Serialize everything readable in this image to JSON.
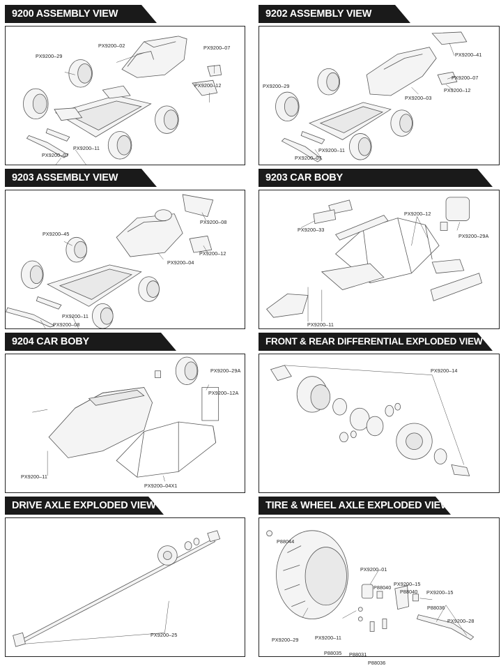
{
  "panels": [
    {
      "title": "9200 ASSEMBLY VIEW",
      "labels": [
        "PX9200–02",
        "PX9200–07",
        "PX9200–29",
        "PX9200–12",
        "PX9200–11",
        "PX9200–07"
      ]
    },
    {
      "title": "9202 ASSEMBLY VIEW",
      "labels": [
        "PX9200–41",
        "PX9200–07",
        "PX9200–29",
        "PX9200–12",
        "PX9200–03",
        "PX9200–11",
        "PX9200–07"
      ]
    },
    {
      "title": "9203 ASSEMBLY VIEW",
      "labels": [
        "PX9200–08",
        "PX9200–45",
        "PX9200–12",
        "PX9200–04",
        "PX9200–11",
        "PX9200–08"
      ]
    },
    {
      "title": "9203 CAR BOBY",
      "labels": [
        "PX9200–12",
        "PX9200–33",
        "PX9200–29A",
        "PX9200–11"
      ]
    },
    {
      "title": "9204 CAR BOBY",
      "labels": [
        "PX9200–29A",
        "PX9200–12A",
        "PX9200–11",
        "PX9200–04X1"
      ]
    },
    {
      "title": "FRONT & REAR DIFFERENTIAL EXPLODED VIEW",
      "labels": [
        "PX9200–14"
      ]
    },
    {
      "title": "DRIVE AXLE EXPLODED VIEW",
      "labels": [
        "PX9200–25"
      ]
    },
    {
      "title": "TIRE & WHEEL AXLE EXPLODED VIEW",
      "labels": [
        "P88044",
        "PX9200–01",
        "P88040",
        "PX9200–15",
        "P88040",
        "PX9200–15",
        "P88036",
        "PX9200–28",
        "PX9200–29",
        "PX9200–11",
        "P88035",
        "P88031",
        "P88036"
      ]
    }
  ]
}
